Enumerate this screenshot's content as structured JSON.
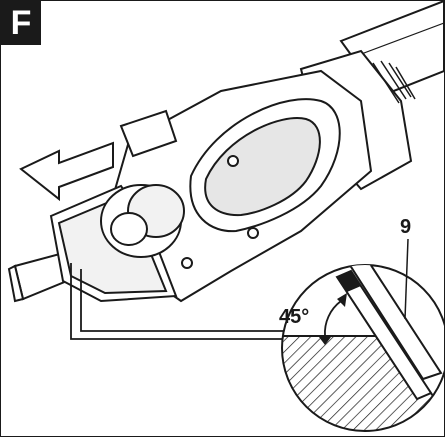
{
  "figure": {
    "letter": "F",
    "callout_number": "9",
    "angle_label": "45°"
  }
}
